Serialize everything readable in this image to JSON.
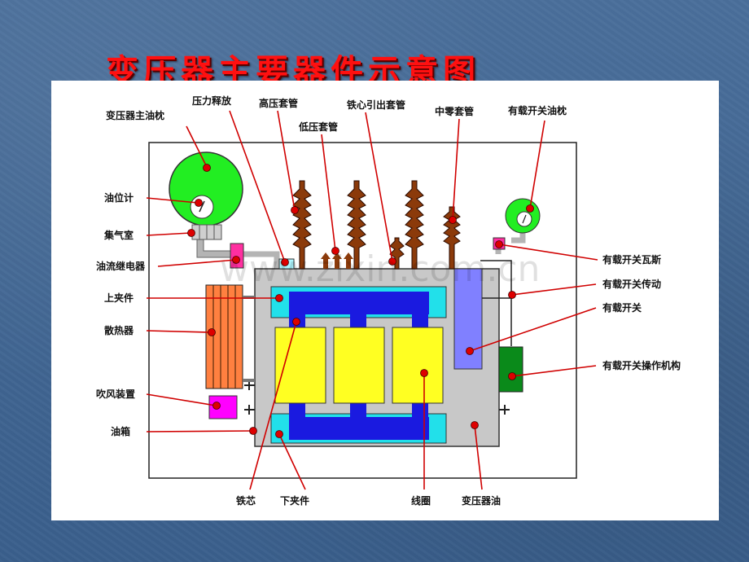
{
  "title": "变压器主要器件示意图",
  "watermark": "www.zixin.com.cn",
  "colors": {
    "background": "#3f6591",
    "title": "#ff1010",
    "tank": "#c8c8c8",
    "core_frame": "#22e0ea",
    "core": "#1a1ae0",
    "coil": "#ffff22",
    "conservator": "#22ee22",
    "radiator": "#ff8040",
    "fan": "#ff00ff",
    "relay": "#ff2fa0",
    "oltc": "#8080ff",
    "mechanism": "#0a8a1a",
    "pointer": "#dd0000"
  },
  "labels": {
    "main_conservator": "变压器主油枕",
    "oil_gauge": "油位计",
    "gas_chamber": "集气室",
    "oil_relay": "油流继电器",
    "upper_clamp": "上夹件",
    "radiator": "散热器",
    "fan": "吹风装置",
    "tank": "油箱",
    "pressure_relief": "压力释放",
    "hv_bushing": "高压套管",
    "lv_bushing": "低压套管",
    "core_bushing": "铁心引出套管",
    "neutral_bushing": "中零套管",
    "oltc_conservator": "有载开关油枕",
    "oltc_gas_relay": "有载开关瓦斯",
    "oltc_drive": "有载开关传动",
    "oltc": "有载开关",
    "oltc_mechanism": "有载开关操作机构",
    "core": "铁芯",
    "lower_clamp": "下夹件",
    "coil": "线圈",
    "transformer_oil": "变压器油"
  }
}
